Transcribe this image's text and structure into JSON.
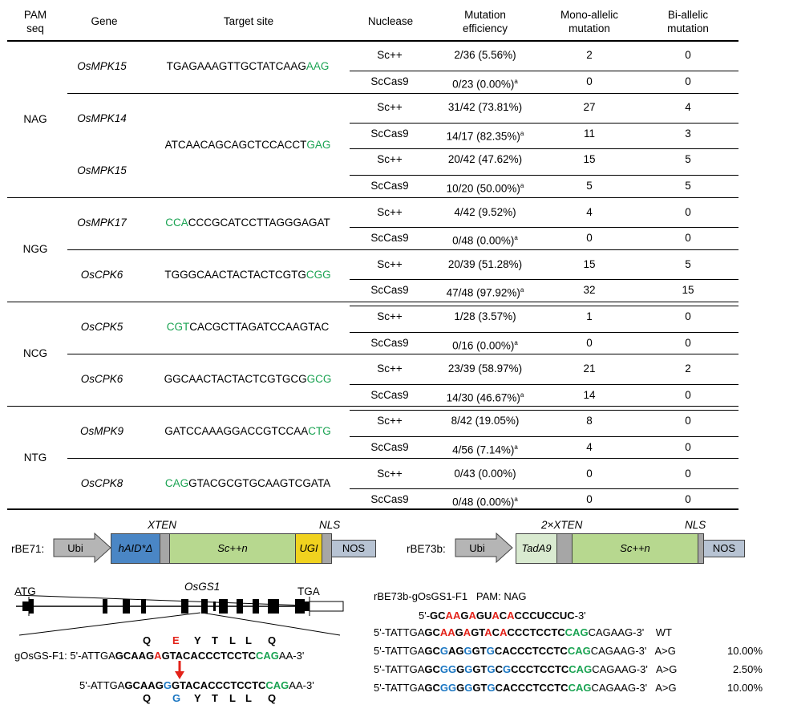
{
  "table": {
    "headers": {
      "pam": "PAM\nseq",
      "gene": "Gene",
      "target": "Target site",
      "nuclease": "Nuclease",
      "efficiency": "Mutation\nefficiency",
      "mono": "Mono-allelic\nmutation",
      "bi": "Bi-allelic\nmutation"
    },
    "pam_groups": [
      "NAG",
      "NGG",
      "NCG",
      "NTG"
    ],
    "genes": [
      {
        "name": "OsMPK15",
        "target_pre": "TGAGAAAGTTGCTATCAAG",
        "target_pam": "AAG",
        "pam_first": false
      },
      {
        "name": "OsMPK14",
        "target_pre": "",
        "target_pam": "",
        "pam_first": false
      },
      {
        "name": "OsMPK15",
        "target_pre": "ATCAACAGCAGCTCCACCT",
        "target_pam": "GAG",
        "pam_first": false
      },
      {
        "name": "OsMPK17",
        "target_pre": "CCCGCATCCTTAGGGAGAT",
        "target_pam": "CCA",
        "pam_first": true
      },
      {
        "name": "OsCPK6",
        "target_pre": "TGGGCAACTACTACTCGTG",
        "target_pam": "CGG",
        "pam_first": false
      },
      {
        "name": "OsCPK5",
        "target_pre": "CACGCTTAGATCCAAGTAC",
        "target_pam": "CGT",
        "pam_first": true
      },
      {
        "name": "OsCPK6",
        "target_pre": "GGCAACTACTACTCGTGCG",
        "target_pam": "GCG",
        "pam_first": false
      },
      {
        "name": "OsMPK9",
        "target_pre": "GATCCAAAGGACCGTCCAA",
        "target_pam": "CTG",
        "pam_first": false
      },
      {
        "name": "OsCPK8",
        "target_pre": "GTACGCGTGCAAGTCGATA",
        "target_pam": "CAG",
        "pam_first": true
      }
    ],
    "rows": [
      {
        "nuclease": "Sc++",
        "eff": "2/36 (5.56%)",
        "sup": "",
        "mono": "2",
        "bi": "0"
      },
      {
        "nuclease": "ScCas9",
        "eff": "0/23 (0.00%)",
        "sup": "a",
        "mono": "0",
        "bi": "0"
      },
      {
        "nuclease": "Sc++",
        "eff": "31/42 (73.81%)",
        "sup": "",
        "mono": "27",
        "bi": "4"
      },
      {
        "nuclease": "ScCas9",
        "eff": "14/17 (82.35%)",
        "sup": "a",
        "mono": "11",
        "bi": "3"
      },
      {
        "nuclease": "Sc++",
        "eff": "20/42 (47.62%)",
        "sup": "",
        "mono": "15",
        "bi": "5"
      },
      {
        "nuclease": "ScCas9",
        "eff": "10/20 (50.00%)",
        "sup": "a",
        "mono": "5",
        "bi": "5"
      },
      {
        "nuclease": "Sc++",
        "eff": "4/42 (9.52%)",
        "sup": "",
        "mono": "4",
        "bi": "0"
      },
      {
        "nuclease": "ScCas9",
        "eff": "0/48 (0.00%)",
        "sup": "a",
        "mono": "0",
        "bi": "0"
      },
      {
        "nuclease": "Sc++",
        "eff": "20/39 (51.28%)",
        "sup": "",
        "mono": "15",
        "bi": "5"
      },
      {
        "nuclease": "ScCas9",
        "eff": "47/48 (97.92%)",
        "sup": "a",
        "mono": "32",
        "bi": "15"
      },
      {
        "nuclease": "Sc++",
        "eff": "1/28 (3.57%)",
        "sup": "",
        "mono": "1",
        "bi": "0"
      },
      {
        "nuclease": "ScCas9",
        "eff": "0/16 (0.00%)",
        "sup": "a",
        "mono": "0",
        "bi": "0"
      },
      {
        "nuclease": "Sc++",
        "eff": "23/39 (58.97%)",
        "sup": "",
        "mono": "21",
        "bi": "2"
      },
      {
        "nuclease": "ScCas9",
        "eff": "14/30 (46.67%)",
        "sup": "a",
        "mono": "14",
        "bi": "0"
      },
      {
        "nuclease": "Sc++",
        "eff": "8/42 (19.05%)",
        "sup": "",
        "mono": "8",
        "bi": "0"
      },
      {
        "nuclease": "ScCas9",
        "eff": "4/56 (7.14%)",
        "sup": "a",
        "mono": "4",
        "bi": "0"
      },
      {
        "nuclease": "Sc++",
        "eff": "0/43 (0.00%)",
        "sup": "",
        "mono": "0",
        "bi": "0"
      },
      {
        "nuclease": "ScCas9",
        "eff": "0/48 (0.00%)",
        "sup": "a",
        "mono": "0",
        "bi": "0"
      }
    ]
  },
  "constructs": {
    "rbe71": {
      "label": "rBE71:",
      "ubi": "Ubi",
      "aid": "hAID*Δ",
      "xten": "XTEN",
      "scn": "Sc++n",
      "ugi": "UGI",
      "nls": "NLS",
      "nos": "NOS"
    },
    "rbe73b": {
      "label": "rBE73b:",
      "ubi": "Ubi",
      "tad": "TadA9",
      "xten": "2×XTEN",
      "scn": "Sc++n",
      "nls": "NLS",
      "nos": "NOS"
    }
  },
  "gene_model": {
    "atg": "ATG",
    "gene": "OsGS1",
    "tga": "TGA",
    "aa_top": [
      "Q",
      "E",
      "Y",
      "T",
      "L",
      "L",
      "Q"
    ],
    "aa_bottom": [
      "Q",
      "G",
      "Y",
      "T",
      "L",
      "L",
      "Q"
    ],
    "guide_label": "gOsGS-F1:"
  },
  "alignment": {
    "title": "rBE73b-gOsGS1-F1",
    "pam_label": "PAM: NAG",
    "wt_label": "WT",
    "rows": [
      {
        "label": "A>G",
        "pct": "10.00%"
      },
      {
        "label": "A>G",
        "pct": "2.50%"
      },
      {
        "label": "A>G",
        "pct": "10.00%"
      }
    ]
  },
  "colors": {
    "pam_green": "#1aa352",
    "edit_red": "#e32219",
    "edit_blue": "#1a76c2",
    "aid_blue": "#4a86c5",
    "sc_green": "#b7d88f",
    "ugi_yellow": "#f0d21f",
    "nos_grey": "#b7c3d3",
    "tad_green": "#d9ead0",
    "ubi_grey": "#b5b5b5"
  }
}
